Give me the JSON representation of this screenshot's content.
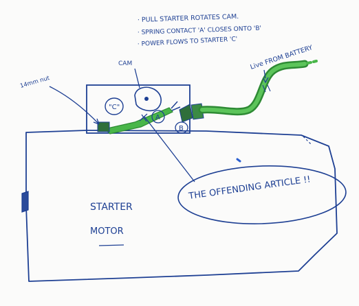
{
  "notes": {
    "line1": "· PULL STARTER ROTATES CAM.",
    "line2": "· SPRING CONTACT 'A' CLOSES ONTO 'B'",
    "line3": "· POWER FLOWS TO STARTER 'C'"
  },
  "labels": {
    "nut": "14mm nut",
    "cam": "CAM",
    "live": "Live FROM BATTERY",
    "c": "\"C\"",
    "a": "A",
    "b": "B",
    "offending": "THE OFFENDING ARTICLE !!",
    "starter": "STARTER",
    "motor": "MOTOR"
  },
  "colors": {
    "ink": "#1d3f93",
    "wire": "#49b649",
    "wire_dark": "#2e8a34",
    "terminal": "#2f6f3a"
  }
}
